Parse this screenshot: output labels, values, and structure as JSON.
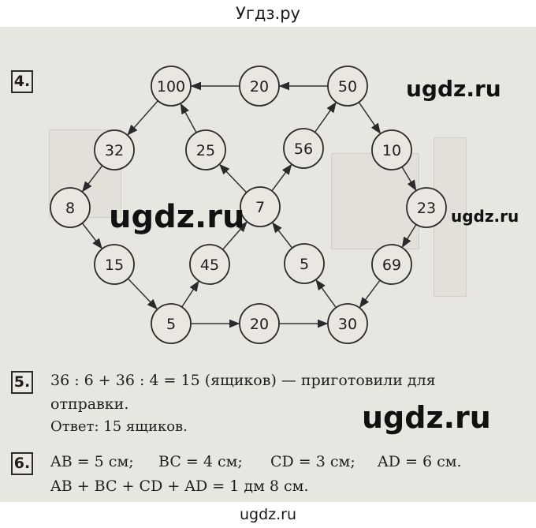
{
  "header": {
    "site_name": "Угдз.ру"
  },
  "footer": {
    "site_url": "ugdz.ru"
  },
  "watermarks": [
    "ugdz.ru",
    "ugdz.ru",
    "ugdz.ru",
    "ugdz.ru"
  ],
  "task4": {
    "number": "4.",
    "nodes": [
      {
        "id": "n100",
        "label": "100"
      },
      {
        "id": "n20a",
        "label": "20"
      },
      {
        "id": "n50",
        "label": "50"
      },
      {
        "id": "n32",
        "label": "32"
      },
      {
        "id": "n25",
        "label": "25"
      },
      {
        "id": "n56",
        "label": "56"
      },
      {
        "id": "n10",
        "label": "10"
      },
      {
        "id": "n8",
        "label": "8"
      },
      {
        "id": "n7",
        "label": "7"
      },
      {
        "id": "n23",
        "label": "23"
      },
      {
        "id": "n15",
        "label": "15"
      },
      {
        "id": "n45",
        "label": "45"
      },
      {
        "id": "n5b",
        "label": "5"
      },
      {
        "id": "n69",
        "label": "69"
      },
      {
        "id": "n5a",
        "label": "5"
      },
      {
        "id": "n20b",
        "label": "20"
      },
      {
        "id": "n30",
        "label": "30"
      }
    ],
    "edges": [
      [
        "n50",
        "n20a"
      ],
      [
        "n20a",
        "n100"
      ],
      [
        "n100",
        "n32"
      ],
      [
        "n32",
        "n8"
      ],
      [
        "n8",
        "n15"
      ],
      [
        "n15",
        "n5a"
      ],
      [
        "n5a",
        "n45"
      ],
      [
        "n45",
        "n7"
      ],
      [
        "n7",
        "n25"
      ],
      [
        "n25",
        "n100"
      ],
      [
        "n7",
        "n56"
      ],
      [
        "n56",
        "n50"
      ],
      [
        "n50",
        "n10"
      ],
      [
        "n10",
        "n23"
      ],
      [
        "n23",
        "n69"
      ],
      [
        "n69",
        "n30"
      ],
      [
        "n30",
        "n5b"
      ],
      [
        "n5b",
        "n7"
      ],
      [
        "n5a",
        "n20b"
      ],
      [
        "n20b",
        "n30"
      ]
    ]
  },
  "task5": {
    "number": "5.",
    "line1": "36 : 6 + 36 : 4 = 15 (ящиков) — приготовили для",
    "line2": "отправки.",
    "answer": "Ответ: 15 ящиков."
  },
  "task6": {
    "number": "6.",
    "ab": "AB = 5 см;",
    "bc": "BC = 4 см;",
    "cd": "CD = 3 см;",
    "ad": "AD = 6 см.",
    "sum": "AB + BC + CD + AD = 1 дм 8 см."
  }
}
